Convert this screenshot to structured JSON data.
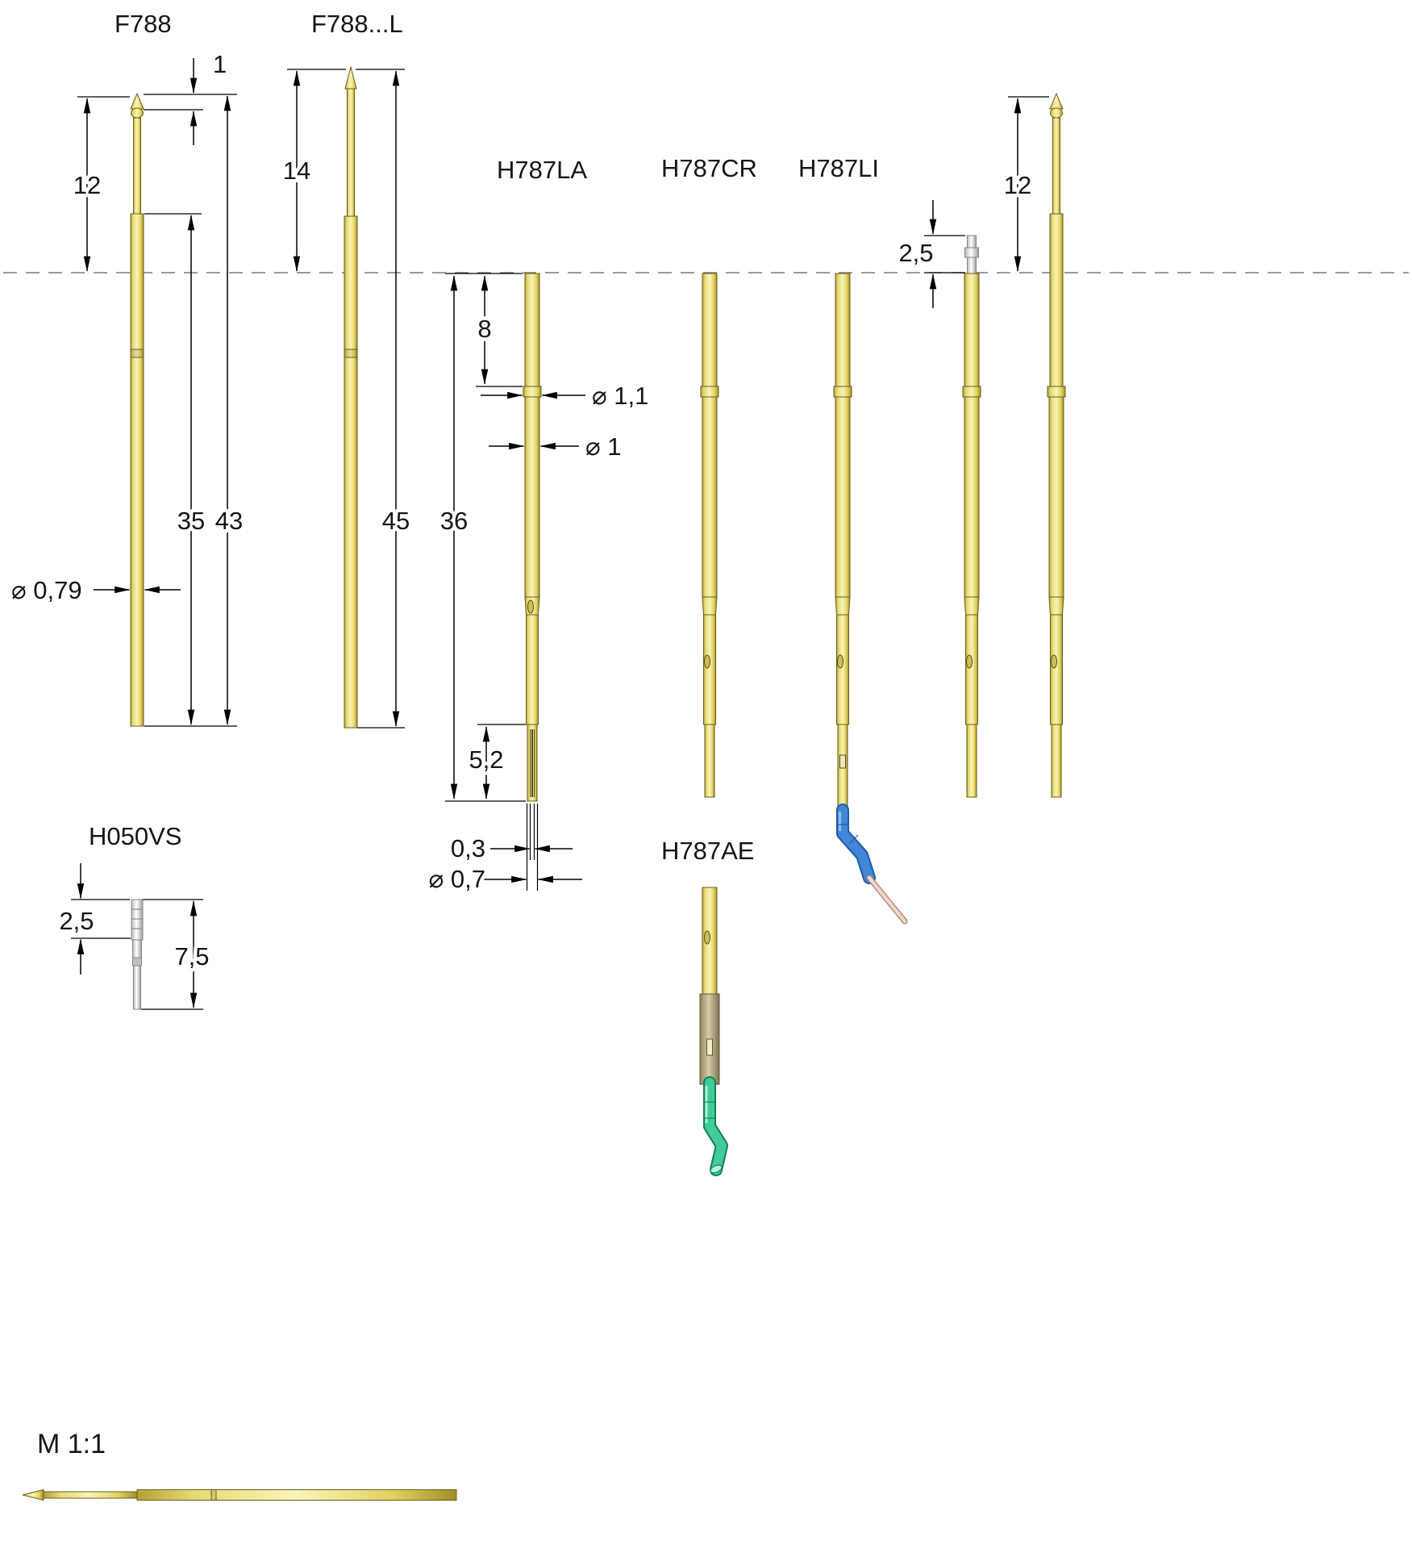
{
  "labels": {
    "f788": "F788",
    "f788l": "F788...L",
    "h787la": "H787LA",
    "h787cr": "H787CR",
    "h787li": "H787LI",
    "h050vs": "H050VS",
    "h787ae": "H787AE",
    "scale": "M 1:1"
  },
  "dims": {
    "tip_len": "1",
    "above_plate_left": "12",
    "len_35": "35",
    "len_43": "43",
    "above_plate_f788l": "14",
    "len_45": "45",
    "len_36": "36",
    "head_8": "8",
    "dia_1_1": "⌀ 1,1",
    "dia_1": "⌀ 1",
    "dia_0_79": "⌀ 0,79",
    "tail_5_2": "5,2",
    "slot_0_3": "0,3",
    "dia_0_7": "⌀ 0,7",
    "plunger_2_5": "2,5",
    "above_plate_right": "12",
    "h050_2_5": "2,5",
    "h050_7_5": "7,5"
  },
  "colors": {
    "gold": "#efe488",
    "steel": "#f2f2f2",
    "blue": "#4287d6",
    "green": "#41cb97",
    "tan": "#c4b98e",
    "wire_pink": "#eed6cb",
    "line": "#000000"
  }
}
